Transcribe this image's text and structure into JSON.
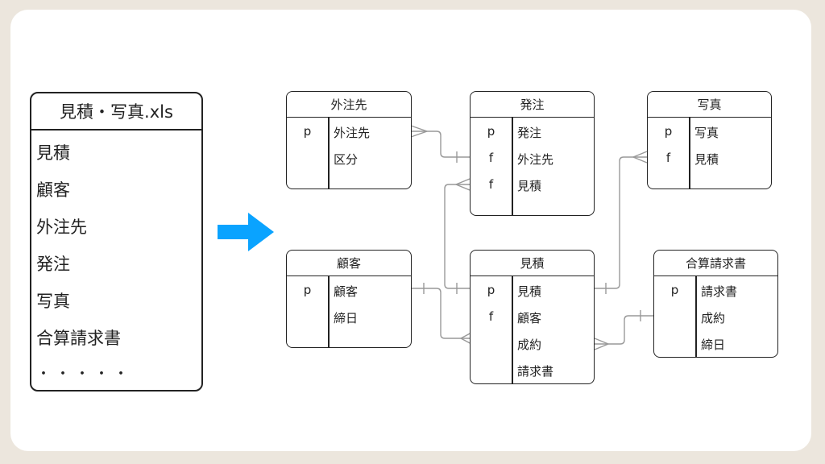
{
  "file": {
    "title": "見積・写真.xls",
    "sheets": [
      "見積",
      "顧客",
      "外注先",
      "発注",
      "写真",
      "合算請求書"
    ],
    "ellipsis": "・・・・・"
  },
  "arrow": {
    "color": "#0aa3ff",
    "icon": "right-arrow-icon"
  },
  "tables": {
    "gaichusaki": {
      "name": "外注先",
      "rows": [
        {
          "key": "p",
          "field": "外注先"
        },
        {
          "key": "",
          "field": "区分"
        }
      ]
    },
    "hatchu": {
      "name": "発注",
      "rows": [
        {
          "key": "p",
          "field": "発注"
        },
        {
          "key": "f",
          "field": "外注先"
        },
        {
          "key": "f",
          "field": "見積"
        }
      ]
    },
    "shashin": {
      "name": "写真",
      "rows": [
        {
          "key": "p",
          "field": "写真"
        },
        {
          "key": "f",
          "field": "見積"
        }
      ]
    },
    "kokyaku": {
      "name": "顧客",
      "rows": [
        {
          "key": "p",
          "field": "顧客"
        },
        {
          "key": "",
          "field": "締日"
        }
      ]
    },
    "mitsumori": {
      "name": "見積",
      "rows": [
        {
          "key": "p",
          "field": "見積"
        },
        {
          "key": "f",
          "field": "顧客"
        },
        {
          "key": "",
          "field": "成約"
        },
        {
          "key": "",
          "field": "請求書"
        }
      ]
    },
    "gassan": {
      "name": "合算請求書",
      "rows": [
        {
          "key": "p",
          "field": "請求書"
        },
        {
          "key": "",
          "field": "成約"
        },
        {
          "key": "",
          "field": "締日"
        }
      ]
    }
  },
  "colors": {
    "background": "#ece6dd",
    "card": "#ffffff",
    "border": "#222222",
    "relation_line": "#999999"
  }
}
